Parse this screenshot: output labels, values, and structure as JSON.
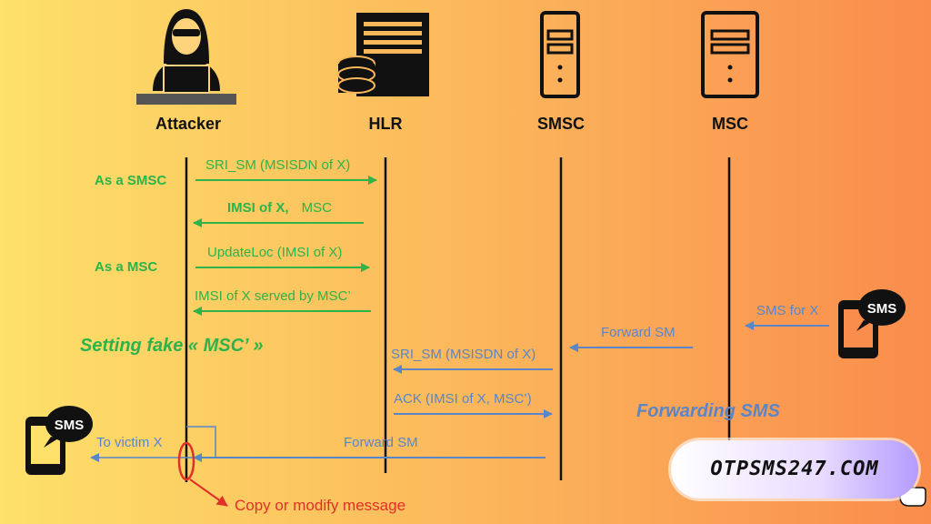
{
  "entities": {
    "attacker": "Attacker",
    "hlr": "HLR",
    "smsc": "SMSC",
    "msc": "MSC"
  },
  "roles": {
    "as_smsc": "As a SMSC",
    "as_msc": "As a MSC"
  },
  "messages": {
    "sri_sm_1": "SRI_SM (MSISDN of X)",
    "imsi_msc_bold": "IMSI of X,",
    "imsi_msc_rest": "MSC",
    "update_loc": "UpdateLoc (IMSI of X)",
    "imsi_served": "IMSI of X served by MSC’",
    "sms_for_x": "SMS for X",
    "forward_sm_1": "Forward SM",
    "sri_sm_2": "SRI_SM (MSISDN of X)",
    "ack": "ACK (IMSI of X, MSC’)",
    "to_victim": "To victim X",
    "forward_sm_2": "Forward SM"
  },
  "banners": {
    "setting_fake": "Setting fake « MSC’ »",
    "forwarding": "Forwarding SMS"
  },
  "sms_icon_text": "SMS",
  "note": "Copy or modify message",
  "brand": "OTPSMS247.COM",
  "colors": {
    "green": "#2db34a",
    "blue": "#5a86c8",
    "red": "#e0302a",
    "line": "#111111"
  }
}
